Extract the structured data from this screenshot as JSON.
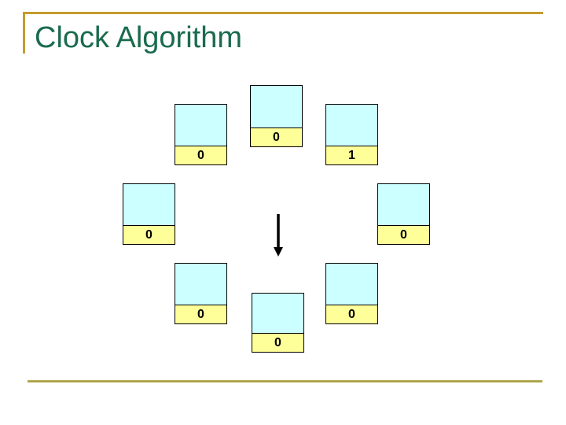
{
  "slide": {
    "title": "Clock Algorithm",
    "colors": {
      "title_text": "#1a6b4e",
      "top_rule": "#c49c2d",
      "footer_rule": "#a49b3e",
      "frame_fill": "#ccffff",
      "use_bit_fill": "#ffff99",
      "frame_border": "#000000",
      "clock_hand": "#000000"
    }
  },
  "diagram": {
    "clock_hand_icon": "down-arrow",
    "frames": [
      {
        "position": "top",
        "bit": "0"
      },
      {
        "position": "top-left",
        "bit": "0"
      },
      {
        "position": "top-right",
        "bit": "1"
      },
      {
        "position": "left",
        "bit": "0"
      },
      {
        "position": "right",
        "bit": "0"
      },
      {
        "position": "bottom-left",
        "bit": "0"
      },
      {
        "position": "bottom-right",
        "bit": "0"
      },
      {
        "position": "bottom",
        "bit": "0"
      }
    ]
  }
}
